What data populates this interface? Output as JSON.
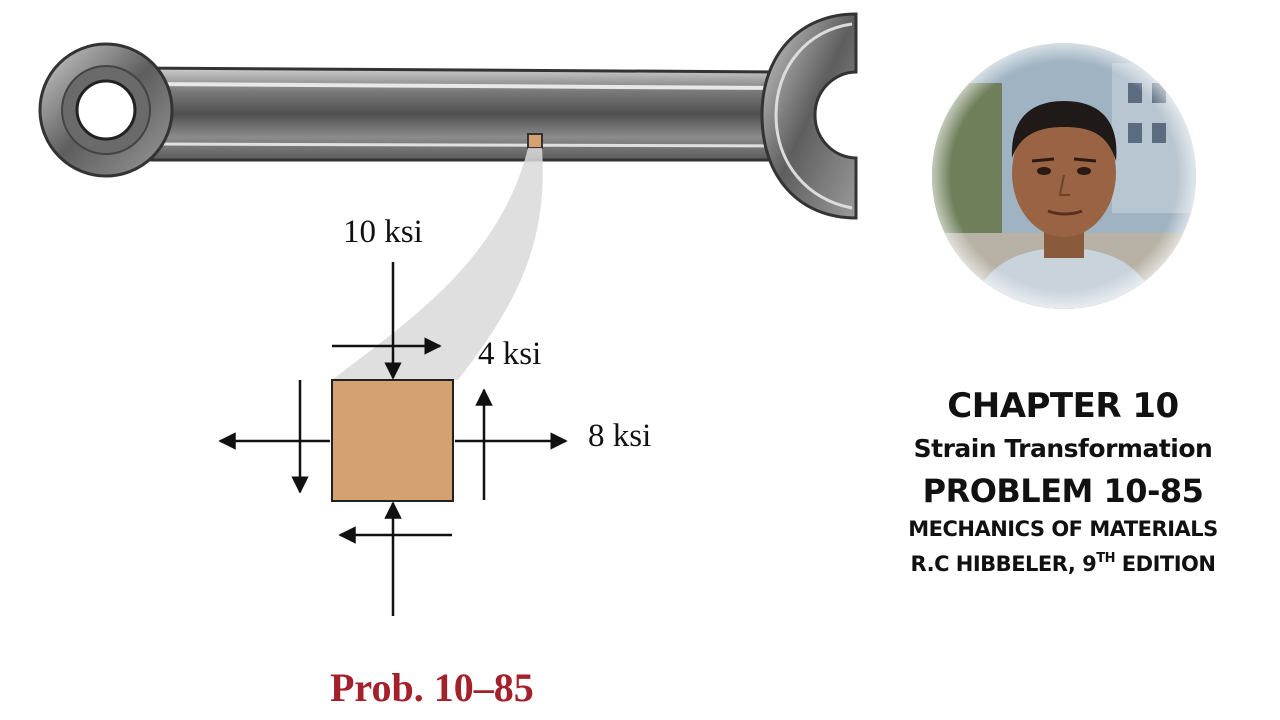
{
  "diagram": {
    "stress_labels": {
      "sigma_y": "10 ksi",
      "tau_xy": "4 ksi",
      "sigma_x": "8 ksi"
    },
    "caption": "Prob. 10–85"
  },
  "title_block": {
    "chapter": "CHAPTER 10",
    "topic": "Strain Transformation",
    "problem": "PROBLEM 10-85",
    "book": "MECHANICS OF MATERIALS",
    "author_prefix": "R.C HIBBELER, 9",
    "author_sup": "TH",
    "author_suffix": " EDITION"
  },
  "colors": {
    "element_fill": "#d4a272",
    "caption_red": "#a4202a",
    "wrench_metal": "#8a8a8a"
  },
  "icons": {
    "portrait": "presenter-portrait-photo"
  }
}
